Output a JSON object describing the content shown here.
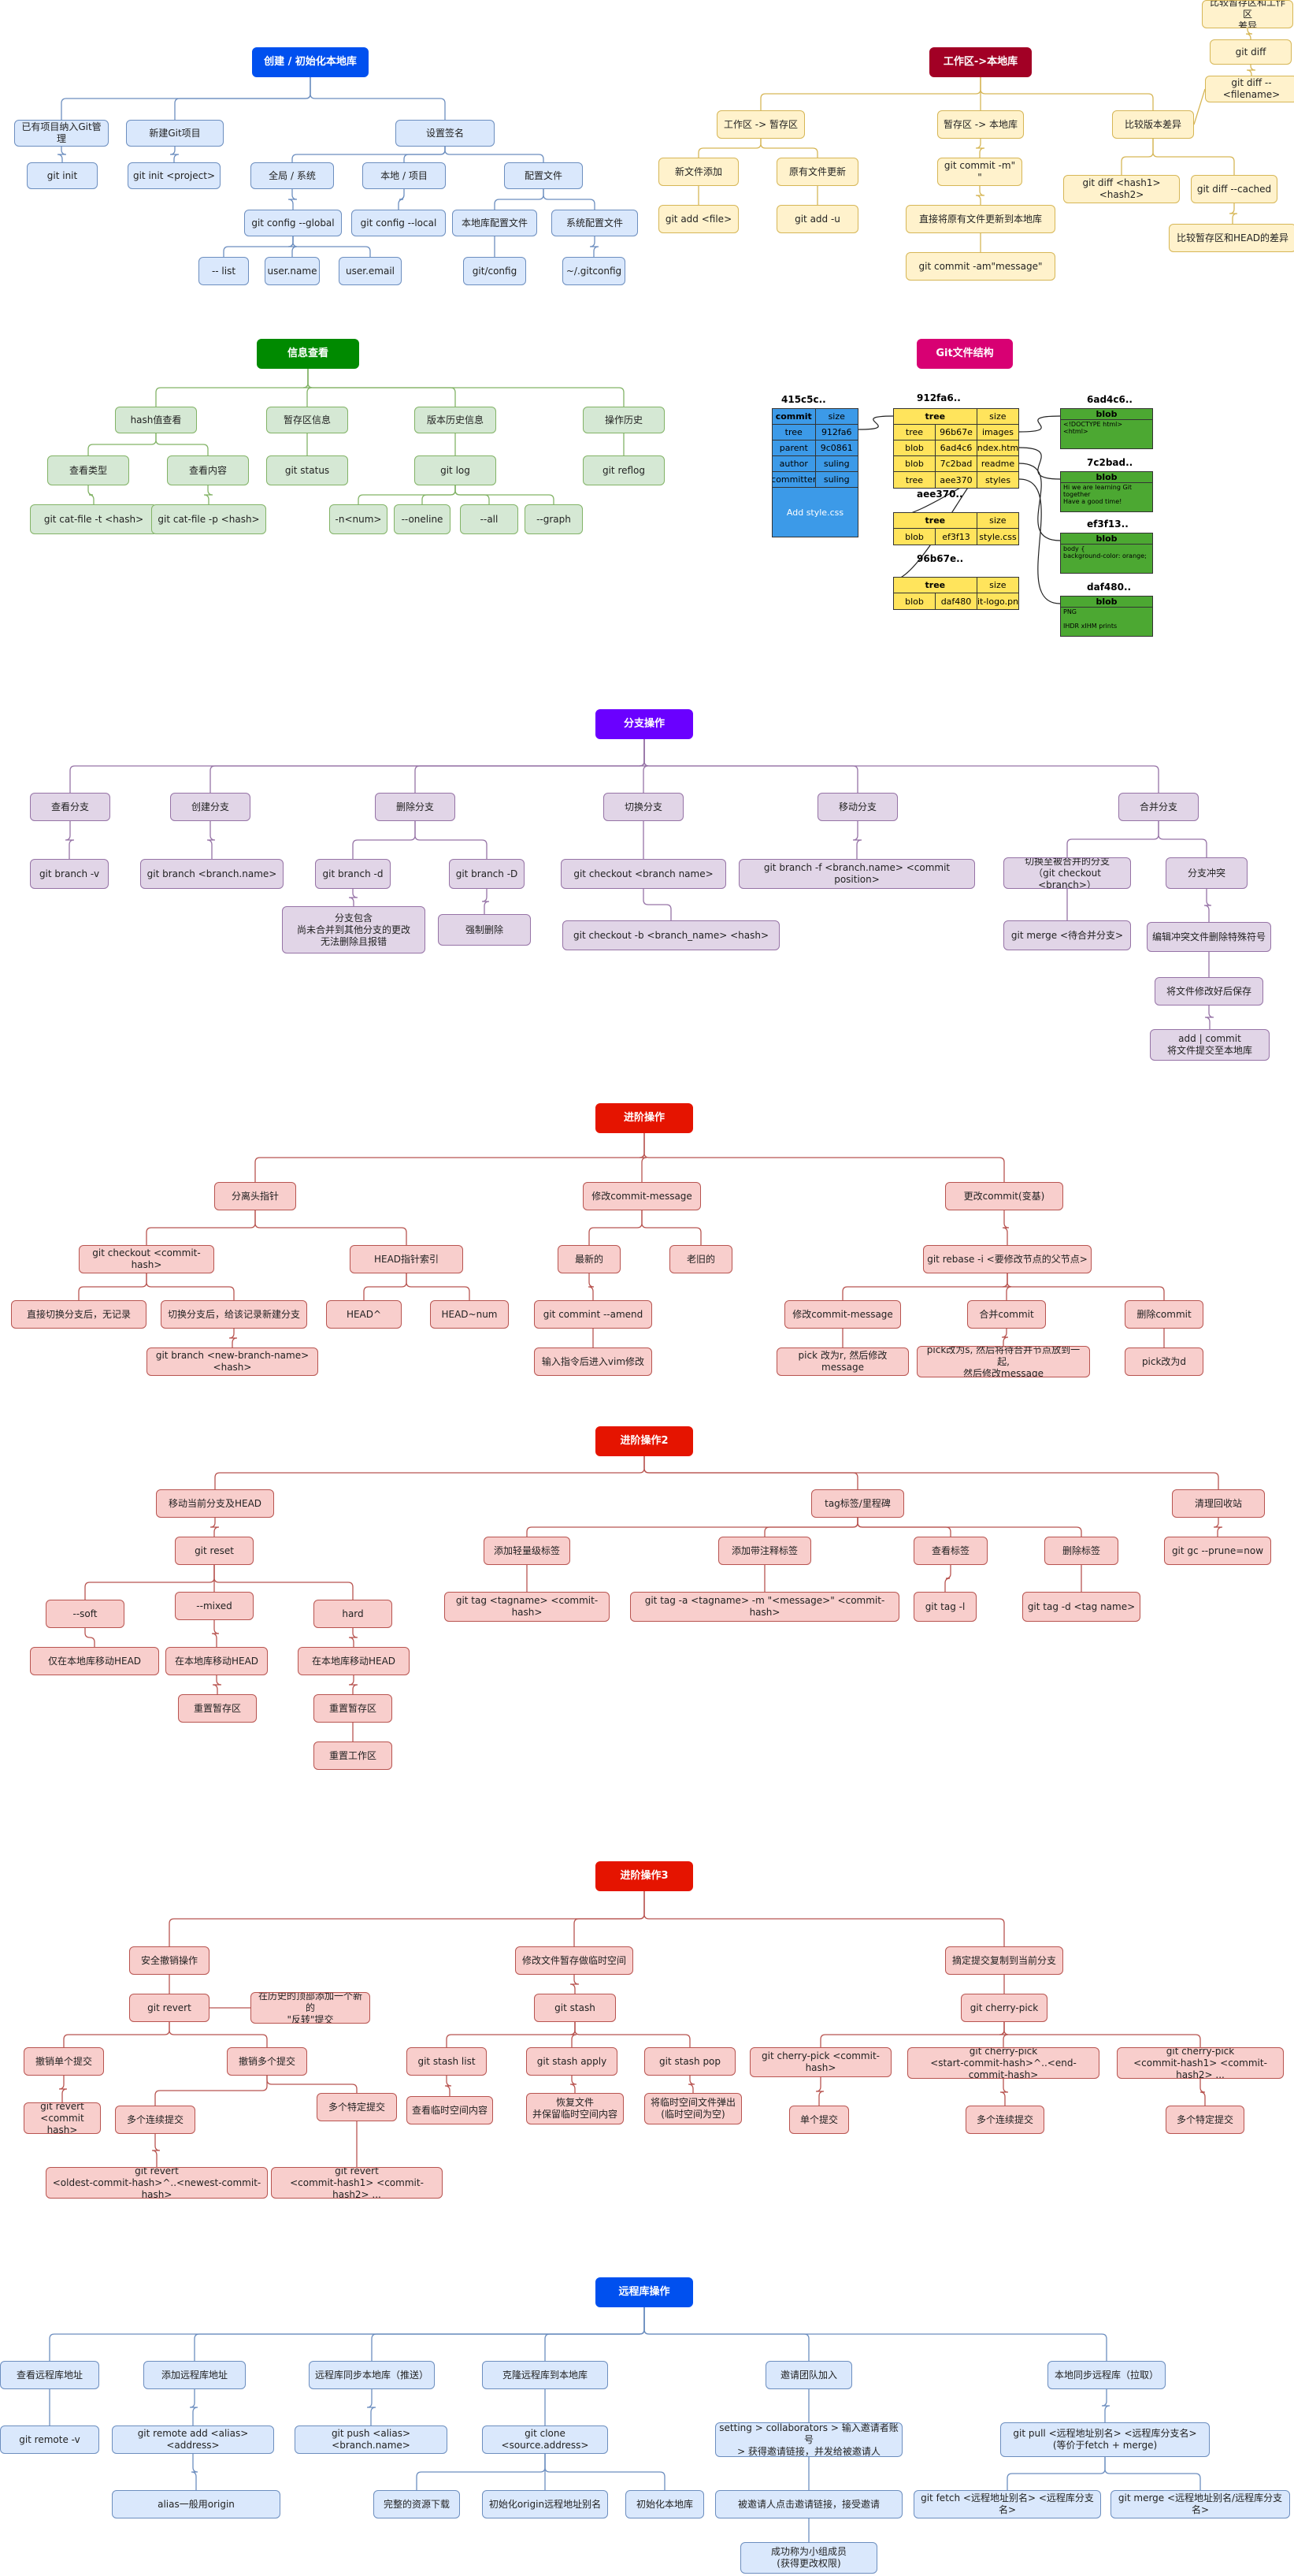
{
  "sections": {
    "init": {
      "title": "创建 / 初始化本地库",
      "nodes": [
        "已有项目纳入Git管理",
        "新建Git项目",
        "设置签名",
        "git init",
        "git init <project>",
        "全局 / 系统",
        "本地 / 项目",
        "配置文件",
        "git config --global",
        "git config --local",
        "本地库配置文件",
        "系统配置文件",
        "-- list",
        "user.name",
        "user.email",
        "git/config",
        "~/.gitconfig"
      ]
    },
    "work": {
      "title": "工作区->本地库",
      "nodes": [
        "工作区 -> 暂存区",
        "暂存区 -> 本地库",
        "比较版本差异",
        "新文件添加",
        "原有文件更新",
        "git commit -m\" \"",
        "git add <file>",
        "git add -u",
        "直接将原有文件更新到本地库",
        "git commit -am\"message\"",
        "比较暂存区和工作区\n差异",
        "git diff",
        "git diff -- <filename>",
        "git diff <hash1> <hash2>",
        "git diff --cached",
        "比较暂存区和HEAD的差异"
      ]
    },
    "info": {
      "title": "信息查看",
      "nodes": [
        "hash值查看",
        "暂存区信息",
        "版本历史信息",
        "操作历史",
        "查看类型",
        "查看内容",
        "git status",
        "git log",
        "git reflog",
        "git cat-file -t <hash>",
        "git cat-file -p <hash>",
        "-n<num>",
        "--oneline",
        "--all",
        "--graph"
      ]
    },
    "struct": {
      "title": "Git文件结构",
      "commit": {
        "hash": "415c5c..",
        "header": [
          "commit",
          "size"
        ],
        "rows": [
          [
            "tree",
            "912fa6"
          ],
          [
            "parent",
            "9c0861"
          ],
          [
            "author",
            "suling"
          ],
          [
            "committer",
            "suling"
          ]
        ],
        "message": "Add style.css"
      },
      "trees": [
        {
          "hash": "912fa6..",
          "header": [
            "tree",
            "size"
          ],
          "rows": [
            [
              "tree",
              "96b67e",
              "images"
            ],
            [
              "blob",
              "6ad4c6",
              "index.html"
            ],
            [
              "blob",
              "7c2bad",
              "readme"
            ],
            [
              "tree",
              "aee370",
              "styles"
            ]
          ]
        },
        {
          "hash": "aee370..",
          "header": [
            "tree",
            "size"
          ],
          "rows": [
            [
              "blob",
              "ef3f13",
              "style.css"
            ]
          ]
        },
        {
          "hash": "96b67e..",
          "header": [
            "tree",
            "size"
          ],
          "rows": [
            [
              "blob",
              "daf480",
              "git-logo.png"
            ]
          ]
        }
      ],
      "blobs": [
        {
          "hash": "6ad4c6..",
          "label": "blob",
          "content": "<!DOCTYPE html>\n<html>"
        },
        {
          "hash": "7c2bad..",
          "label": "blob",
          "content": "Hi we are learning Git together\nHave a good time!"
        },
        {
          "hash": "ef3f13..",
          "label": "blob",
          "content": "body {\n background-color: orange;"
        },
        {
          "hash": "daf480..",
          "label": "blob",
          "content": "PNG\n\nIHDR xIHM prints"
        }
      ]
    },
    "branch": {
      "title": "分支操作",
      "nodes": [
        "查看分支",
        "创建分支",
        "删除分支",
        "切换分支",
        "移动分支",
        "合并分支",
        "git branch -v",
        "git branch <branch.name>",
        "git branch -d",
        "git branch -D",
        "分支包含\n尚未合并到其他分支的更改\n无法删除且报错",
        "强制删除",
        "git checkout <branch name>",
        "git checkout -b <branch_name> <hash>",
        "git branch -f <branch.name> <commit position>",
        "切换至被合并的分支\n（git checkout <branch>）",
        "分支冲突",
        "git merge <待合并分支>",
        "编辑冲突文件删除特殊符号",
        "将文件修改好后保存",
        "add | commit\n将文件提交至本地库"
      ]
    },
    "adv1": {
      "title": "进阶操作",
      "nodes": [
        "分离头指针",
        "修改commit-message",
        "更改commit(变基)",
        "git checkout <commit-hash>",
        "HEAD指针索引",
        "最新的",
        "老旧的",
        "git rebase -i <要修改节点的父节点>",
        "直接切换分支后，无记录",
        "切换分支后，给该记录新建分支",
        "HEAD^",
        "HEAD~num",
        "git commint --amend",
        "修改commit-message",
        "合并commit",
        "删除commit",
        "git branch <new-branch-name> <hash>",
        "输入指令后进入vim修改",
        "pick 改为r, 然后修改message",
        "pick改为s, 然后将待合并节点放到一起,\n然后修改message",
        "pick改为d"
      ]
    },
    "adv2": {
      "title": "进阶操作2",
      "nodes": [
        "移动当前分支及HEAD",
        "tag标签/里程碑",
        "清理回收站",
        "git reset",
        "添加轻量级标签",
        "添加带注释标签",
        "查看标签",
        "删除标签",
        "git gc --prune=now",
        "--soft",
        "--mixed",
        "hard",
        "git tag <tagname> <commit-hash>",
        "git tag -a <tagname> -m \"<message>\" <commit-hash>",
        "git tag -l",
        "git tag -d <tag name>",
        "仅在本地库移动HEAD",
        "在本地库移动HEAD",
        "重置暂存区",
        "在本地库移动HEAD",
        "重置暂存区",
        "重置工作区"
      ]
    },
    "adv3": {
      "title": "进阶操作3",
      "nodes": [
        "安全撤销操作",
        "修改文件暂存做临时空间",
        "摘定提交复制到当前分支",
        "git revert",
        "在历史的顶部添加一个新的\n\"反转\"提交",
        "git stash",
        "git cherry-pick",
        "撤销单个提交",
        "撤销多个提交",
        "git stash list",
        "git stash apply",
        "git stash pop",
        "git cherry-pick <commit-hash>",
        "git cherry-pick\n<start-commit-hash>^..<end-commit-hash>",
        "git cherry-pick\n<commit-hash1> <commit-hash2> ...",
        "git revert\n<commit hash>",
        "多个连续提交",
        "多个特定提交",
        "查看临时空间内容",
        "恢复文件\n并保留临时空间内容",
        "将临时空间文件弹出\n(临时空间为空)",
        "单个提交",
        "多个连续提交",
        "多个特定提交",
        "git revert\n<oldest-commit-hash>^..<newest-commit-hash>",
        "git revert\n<commit-hash1> <commit-hash2> ..."
      ]
    },
    "remote": {
      "title": "远程库操作",
      "nodes": [
        "查看远程库地址",
        "添加远程库地址",
        "远程库同步本地库（推送）",
        "克隆远程库到本地库",
        "邀请团队加入",
        "本地同步远程库（拉取）",
        "git remote -v",
        "git remote add <alias> <address>",
        "git push <alias> <branch.name>",
        "git clone <source.address>",
        "setting > collaborators > 输入邀请者账号\n> 获得邀请链接，并发给被邀请人",
        "git pull <远程地址别名> <远程库分支名>\n(等价于fetch + merge)",
        "alias一般用origin",
        "完整的资源下载",
        "初始化origin远程地址别名",
        "初始化本地库",
        "被邀请人点击邀请链接，接受邀请",
        "git fetch <远程地址别名> <远程库分支名>",
        "git merge <远程地址别名/远程库分支名>",
        "成功称为小组成员\n(获得更改权限)"
      ]
    }
  },
  "colors": {
    "blue_fill": "#dae8fc",
    "blue_stroke": "#6c8ebf",
    "blue_title": "#0050ef",
    "yellow_fill": "#fff2cc",
    "yellow_stroke": "#d6b656",
    "red_title": "#a20025",
    "green_fill": "#d5e8d4",
    "green_stroke": "#82b366",
    "green_title": "#008a00",
    "pink_title": "#d80073",
    "purple_fill": "#e1d5e7",
    "purple_stroke": "#9673a6",
    "purple_title": "#6a00ff",
    "red_fill": "#f8cecc",
    "red_stroke": "#b85450",
    "red_title2": "#e51400",
    "tree_fill": "#ffe45c",
    "commit_fill": "#3c9ae8",
    "blob_fill": "#4ca832"
  }
}
